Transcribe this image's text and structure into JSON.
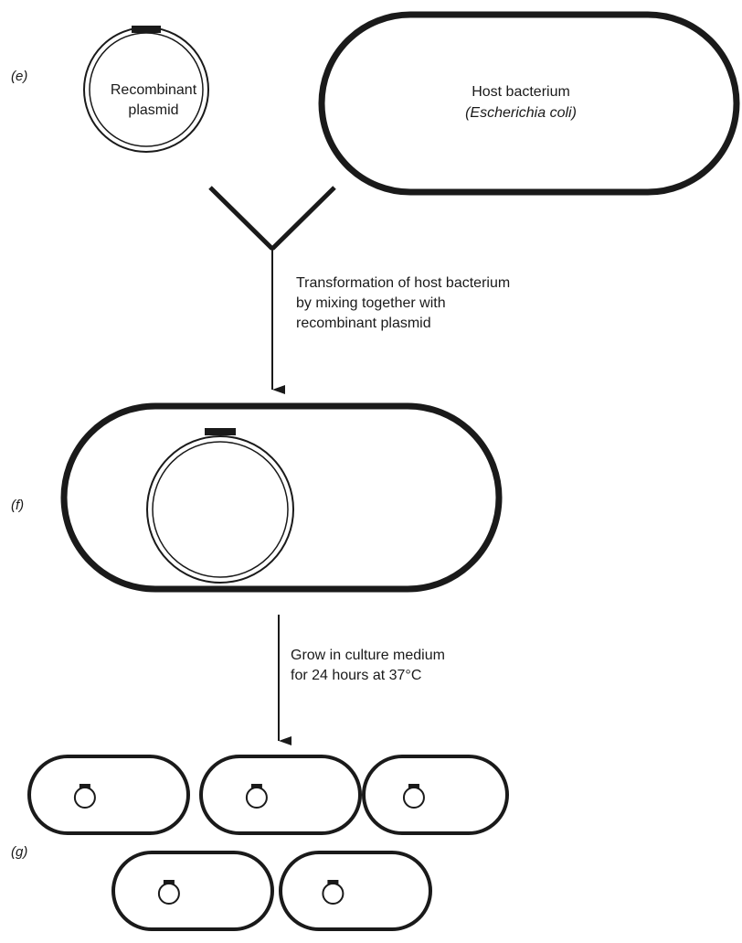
{
  "stages": {
    "e": {
      "label": "(e)",
      "plasmid_label_line1": "Recombinant",
      "plasmid_label_line2": "plasmid",
      "host_label_line1": "Host bacterium",
      "host_label_line2": "(Escherichia coli)"
    },
    "step1": {
      "line1": "Transformation of host bacterium",
      "line2": "by mixing together with",
      "line3": "recombinant plasmid"
    },
    "f": {
      "label": "(f)"
    },
    "step2": {
      "line1": "Grow in culture medium",
      "line2": "for 24 hours at 37°C"
    },
    "g": {
      "label": "(g)",
      "cell_count": 5
    }
  },
  "colors": {
    "outline": "#1a1a1a",
    "background": "#ffffff"
  }
}
